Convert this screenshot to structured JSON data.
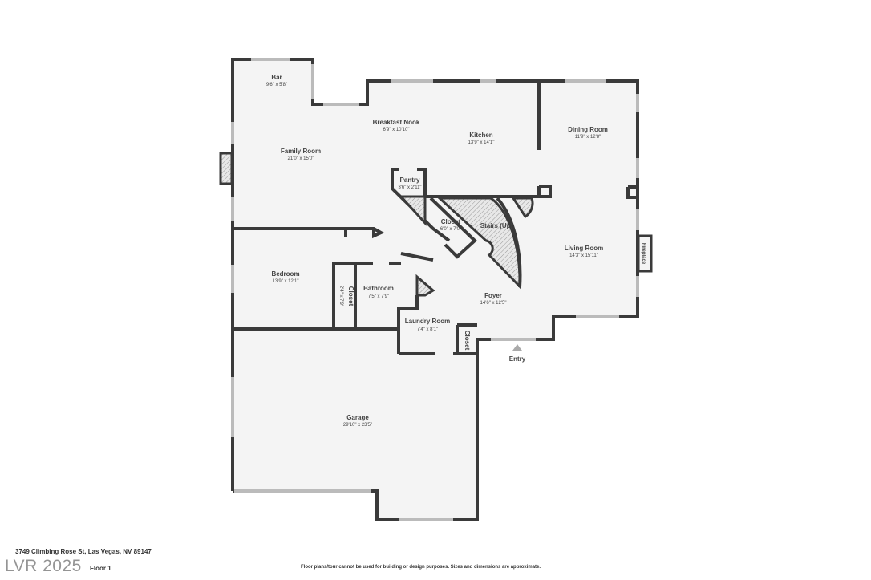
{
  "rooms": {
    "bar": {
      "name": "Bar",
      "dims": "9'6\" x 5'8\""
    },
    "breakfast_nook": {
      "name": "Breakfast Nook",
      "dims": "6'9\" x 10'10\""
    },
    "kitchen": {
      "name": "Kitchen",
      "dims": "13'9\" x 14'1\""
    },
    "dining_room": {
      "name": "Dining Room",
      "dims": "11'9\" x 12'8\""
    },
    "family_room": {
      "name": "Family Room",
      "dims": "21'0\" x 15'0\""
    },
    "pantry": {
      "name": "Pantry",
      "dims": "3'6\" x 2'11\""
    },
    "closet_center": {
      "name": "Closet",
      "dims": "6'0\" x 7'0\""
    },
    "stairs": {
      "name": "Stairs (Up)"
    },
    "living_room": {
      "name": "Living Room",
      "dims": "14'3\" x 15'11\""
    },
    "fireplace": {
      "name": "Fireplace"
    },
    "bedroom": {
      "name": "Bedroom",
      "dims": "13'9\" x 12'1\""
    },
    "closet_bedroom": {
      "name": "Closet",
      "dims": "2'4\" x 7'9\""
    },
    "bathroom": {
      "name": "Bathroom",
      "dims": "7'5\" x 7'9\""
    },
    "foyer": {
      "name": "Foyer",
      "dims": "14'6\" x 12'5\""
    },
    "laundry_room": {
      "name": "Laundry Room",
      "dims": "7'4\" x 8'1\""
    },
    "closet_entry": {
      "name": "Closet"
    },
    "garage": {
      "name": "Garage",
      "dims": "29'10\" x 23'5\""
    },
    "entry": {
      "name": "Entry"
    }
  },
  "footer": {
    "address": "3749 Climbing Rose St, Las Vegas, NV 89147",
    "floor": "Floor 1",
    "watermark": "LVR 2025",
    "disclaimer": "Floor plans/tour cannot be used for building or design purposes. Sizes and dimensions are approximate."
  }
}
